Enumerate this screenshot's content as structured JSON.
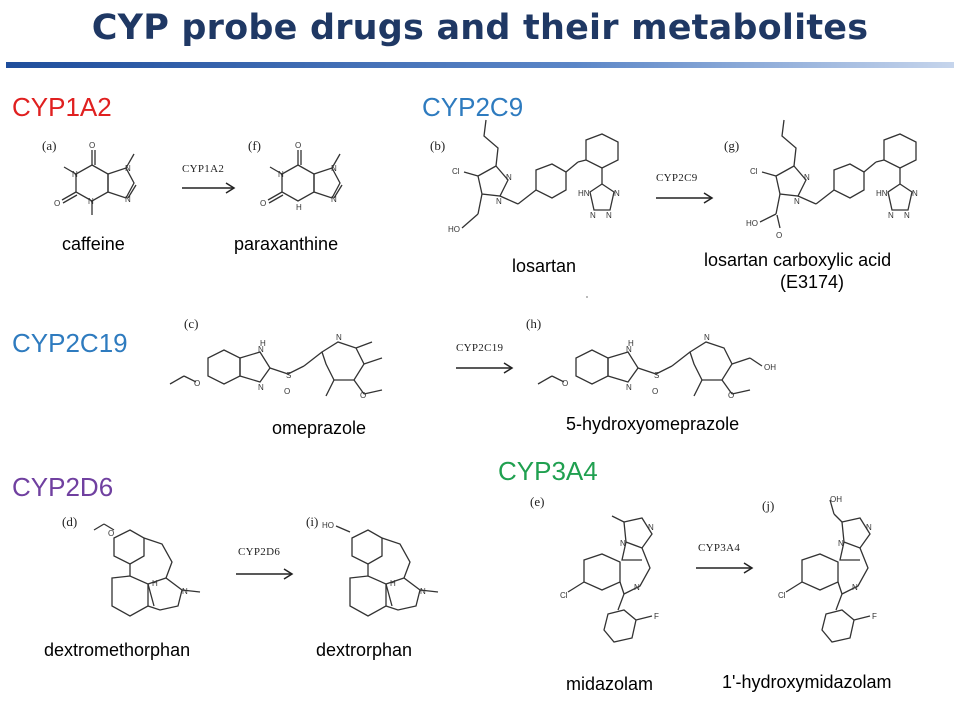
{
  "title": "CYP probe drugs and their metabolites",
  "colors": {
    "title": "#1f3864",
    "cyp1a2": "#e02020",
    "cyp2c9": "#2e7bbf",
    "cyp2c19": "#2e7bbf",
    "cyp2d6": "#7040a0",
    "cyp3a4": "#20a050"
  },
  "panels": {
    "cyp1a2": {
      "enzyme": "CYP1A2",
      "arrow": "CYP1A2",
      "substrate_tag": "(a)",
      "product_tag": "(f)",
      "substrate": "caffeine",
      "product": "paraxanthine"
    },
    "cyp2c9": {
      "enzyme": "CYP2C9",
      "arrow": "CYP2C9",
      "substrate_tag": "(b)",
      "product_tag": "(g)",
      "substrate": "losartan",
      "product_line1": "losartan carboxylic acid",
      "product_line2": "(E3174)"
    },
    "cyp2c19": {
      "enzyme": "CYP2C19",
      "arrow": "CYP2C19",
      "substrate_tag": "(c)",
      "product_tag": "(h)",
      "substrate": "omeprazole",
      "product": "5-hydroxyomeprazole"
    },
    "cyp2d6": {
      "enzyme": "CYP2D6",
      "arrow": "CYP2D6",
      "substrate_tag": "(d)",
      "product_tag": "(i)",
      "substrate": "dextromethorphan",
      "product": "dextrorphan"
    },
    "cyp3a4": {
      "enzyme": "CYP3A4",
      "arrow": "CYP3A4",
      "substrate_tag": "(e)",
      "product_tag": "(j)",
      "substrate": "midazolam",
      "product": "1'-hydroxymidazolam"
    }
  },
  "atom_labels": {
    "N": "N",
    "O": "O",
    "H": "H",
    "NH": "NH",
    "HN": "HN",
    "Cl": "Cl",
    "F": "F",
    "S": "S",
    "HO": "HO",
    "OH": "OH",
    "ring_H": "H"
  }
}
